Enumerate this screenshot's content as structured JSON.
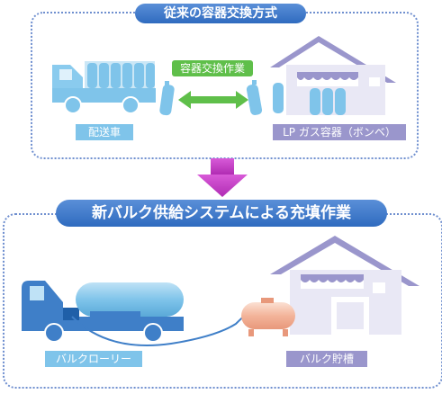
{
  "top_section": {
    "title": "従来の容器交換方式",
    "exchange_label": "容器交換作業",
    "truck_label": "配送車",
    "storage_label": "LP ガス容器（ボンベ）"
  },
  "bottom_section": {
    "title": "新バルク供給システムによる充填作業",
    "truck_label": "バルクローリー",
    "tank_label": "バルク貯槽"
  },
  "colors": {
    "light_blue": "#7fc4ea",
    "dark_blue": "#3f7fc8",
    "purple": "#9a96cc",
    "lavender": "#e9e8f5",
    "green": "#5fbf4a",
    "magenta": "#c03cc2",
    "orange": "#f3b49a"
  }
}
